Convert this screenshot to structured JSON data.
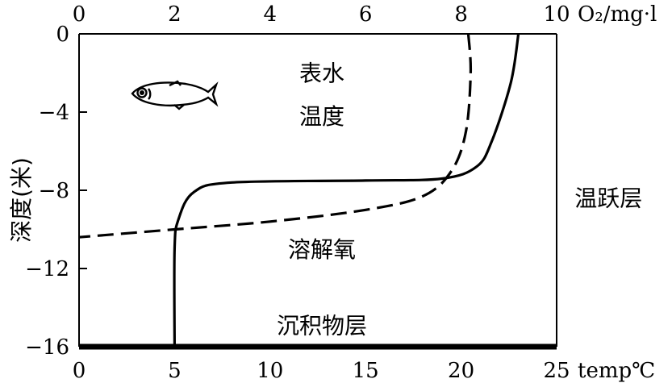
{
  "chart_data": {
    "type": "line",
    "x_axis_bottom": {
      "label": "temp℃",
      "range": [
        0,
        25
      ],
      "ticks": [
        0,
        5,
        10,
        15,
        20,
        25
      ]
    },
    "x_axis_top": {
      "label": "O₂/mg·l",
      "range": [
        0,
        10
      ],
      "ticks": [
        0,
        2,
        4,
        6,
        8,
        10
      ]
    },
    "y_axis": {
      "label": "深度(米)",
      "range": [
        -16,
        0
      ],
      "ticks": [
        0,
        -4,
        -8,
        -12,
        -16
      ]
    },
    "series": [
      {
        "style": "solid",
        "axis": "bottom",
        "points": [
          {
            "x": 23.0,
            "y": 0
          },
          {
            "x": 22.6,
            "y": -2.5
          },
          {
            "x": 21.6,
            "y": -5.5
          },
          {
            "x": 20.8,
            "y": -6.8
          },
          {
            "x": 19.0,
            "y": -7.4
          },
          {
            "x": 15.0,
            "y": -7.5
          },
          {
            "x": 8.0,
            "y": -7.6
          },
          {
            "x": 6.0,
            "y": -8.1
          },
          {
            "x": 5.2,
            "y": -9.5
          },
          {
            "x": 5.0,
            "y": -11
          },
          {
            "x": 5.0,
            "y": -16
          }
        ]
      },
      {
        "style": "dashed",
        "axis": "top",
        "points": [
          {
            "x": 8.15,
            "y": 0
          },
          {
            "x": 8.2,
            "y": -2
          },
          {
            "x": 8.1,
            "y": -5
          },
          {
            "x": 7.8,
            "y": -7
          },
          {
            "x": 7.2,
            "y": -8.3
          },
          {
            "x": 6.0,
            "y": -9.0
          },
          {
            "x": 4.0,
            "y": -9.6
          },
          {
            "x": 2.0,
            "y": -10.0
          },
          {
            "x": 0.0,
            "y": -10.4
          }
        ]
      }
    ],
    "annotations": [
      {
        "text": "表水",
        "x": 12.5,
        "y": -2.0
      },
      {
        "text": "温度",
        "x": 12.5,
        "y": -4.2
      },
      {
        "text": "温跃层",
        "x": 27.5,
        "y": -8.4
      },
      {
        "text": "溶解氧",
        "x": 12.5,
        "y": -11.0
      },
      {
        "text": "沉积物层",
        "x": 12.5,
        "y": -14.9
      }
    ],
    "grid": false,
    "icons": [
      "fish-icon"
    ]
  }
}
